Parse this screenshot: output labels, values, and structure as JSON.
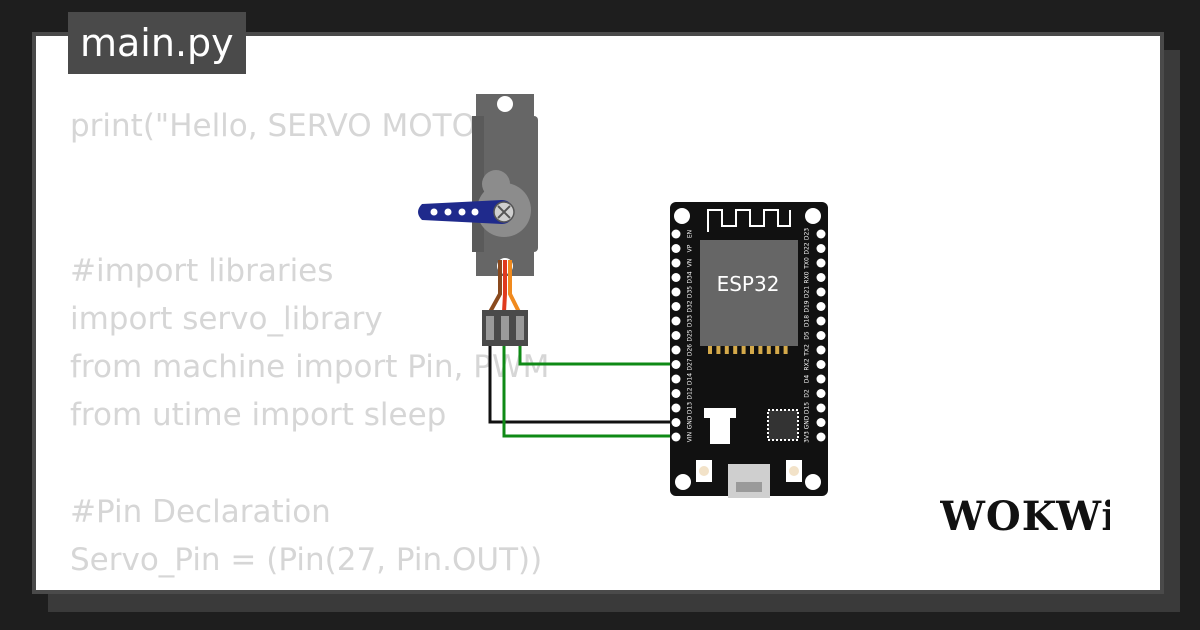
{
  "file_tab": {
    "label": "main.py"
  },
  "code_lines": [
    "print(\"Hello, SERVO MOTOR\")",
    "",
    "",
    "#import libraries",
    "import servo_library",
    "from machine import Pin, PWM",
    "from utime import sleep",
    "",
    "#Pin Declaration",
    "Servo_Pin = (Pin(27, Pin.OUT))"
  ],
  "board": {
    "chip_label": "ESP32",
    "left_pins": [
      "EN",
      "VP",
      "VN",
      "D34",
      "D35",
      "D32",
      "D33",
      "D25",
      "D26",
      "D27",
      "D14",
      "D12",
      "D13",
      "GND",
      "VIN"
    ],
    "right_pins": [
      "D23",
      "D22",
      "TX0",
      "RX0",
      "D21",
      "D19",
      "D18",
      "D5",
      "TX2",
      "RX2",
      "D4",
      "D2",
      "D15",
      "GND",
      "3V3"
    ]
  },
  "brand": {
    "name": "WOKWi"
  },
  "colors": {
    "tab_bg": "#4a4a4a",
    "code_text": "#d6d6d6",
    "servo_body": "#666666",
    "servo_horn": "#1f2a8c",
    "wire_signal": "#0f8a16",
    "wire_ground": "#111111",
    "wire_power": "#e2622d",
    "board_bg": "#111111",
    "chip_bg": "#666666"
  }
}
